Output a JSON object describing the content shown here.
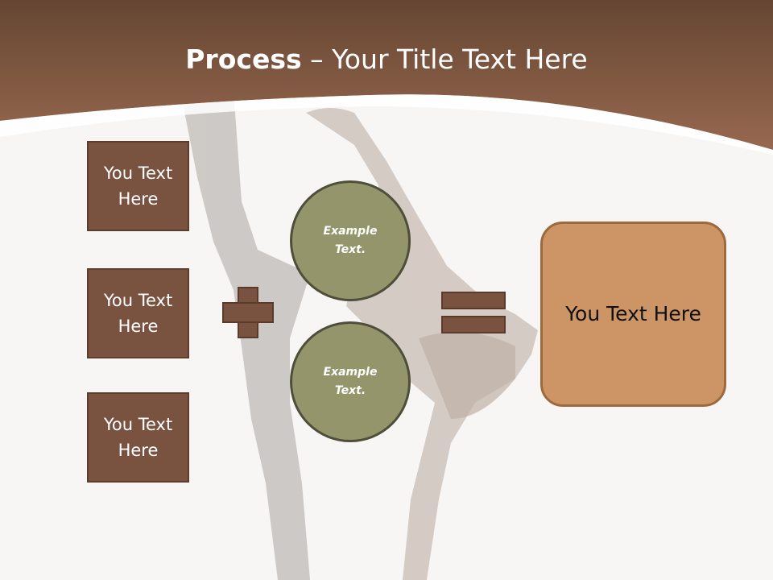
{
  "title": {
    "bold": "Process",
    "rest": " – Your Title Text Here"
  },
  "left_boxes": [
    {
      "label": "You Text Here"
    },
    {
      "label": "You Text Here"
    },
    {
      "label": "You Text Here"
    }
  ],
  "circles": [
    {
      "label": "Example Text."
    },
    {
      "label": "Example Text."
    }
  ],
  "result": {
    "label": "You Text Here"
  },
  "colors": {
    "header": "#8a5b42",
    "box": "#7a5340",
    "circle": "#94956a",
    "result": "#cd9465"
  }
}
